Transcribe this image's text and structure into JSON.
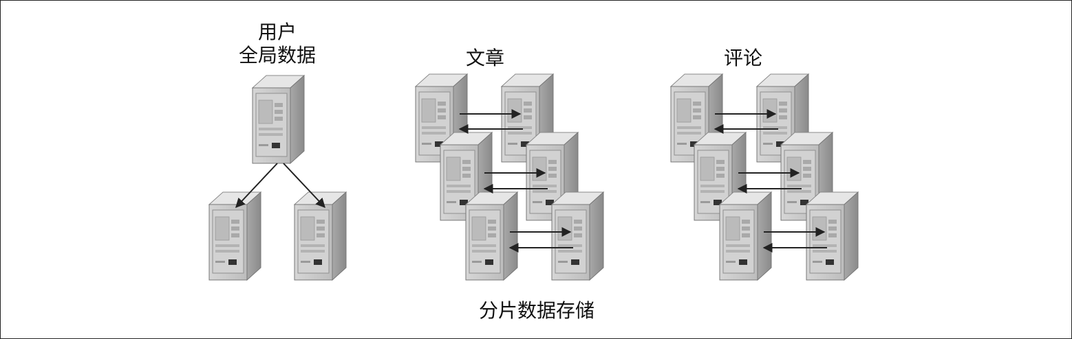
{
  "labels": {
    "user_line1": "用户",
    "user_line2": "全局数据",
    "article": "文章",
    "comment": "评论",
    "caption": "分片数据存储"
  },
  "icons": {
    "server": "server-icon",
    "arrow": "arrow-icon"
  },
  "colors": {
    "server_front": "#c9c9c9",
    "server_side": "#9d9d9d",
    "server_top": "#e4e4e4",
    "arrow": "#222222",
    "border": "#222222"
  }
}
